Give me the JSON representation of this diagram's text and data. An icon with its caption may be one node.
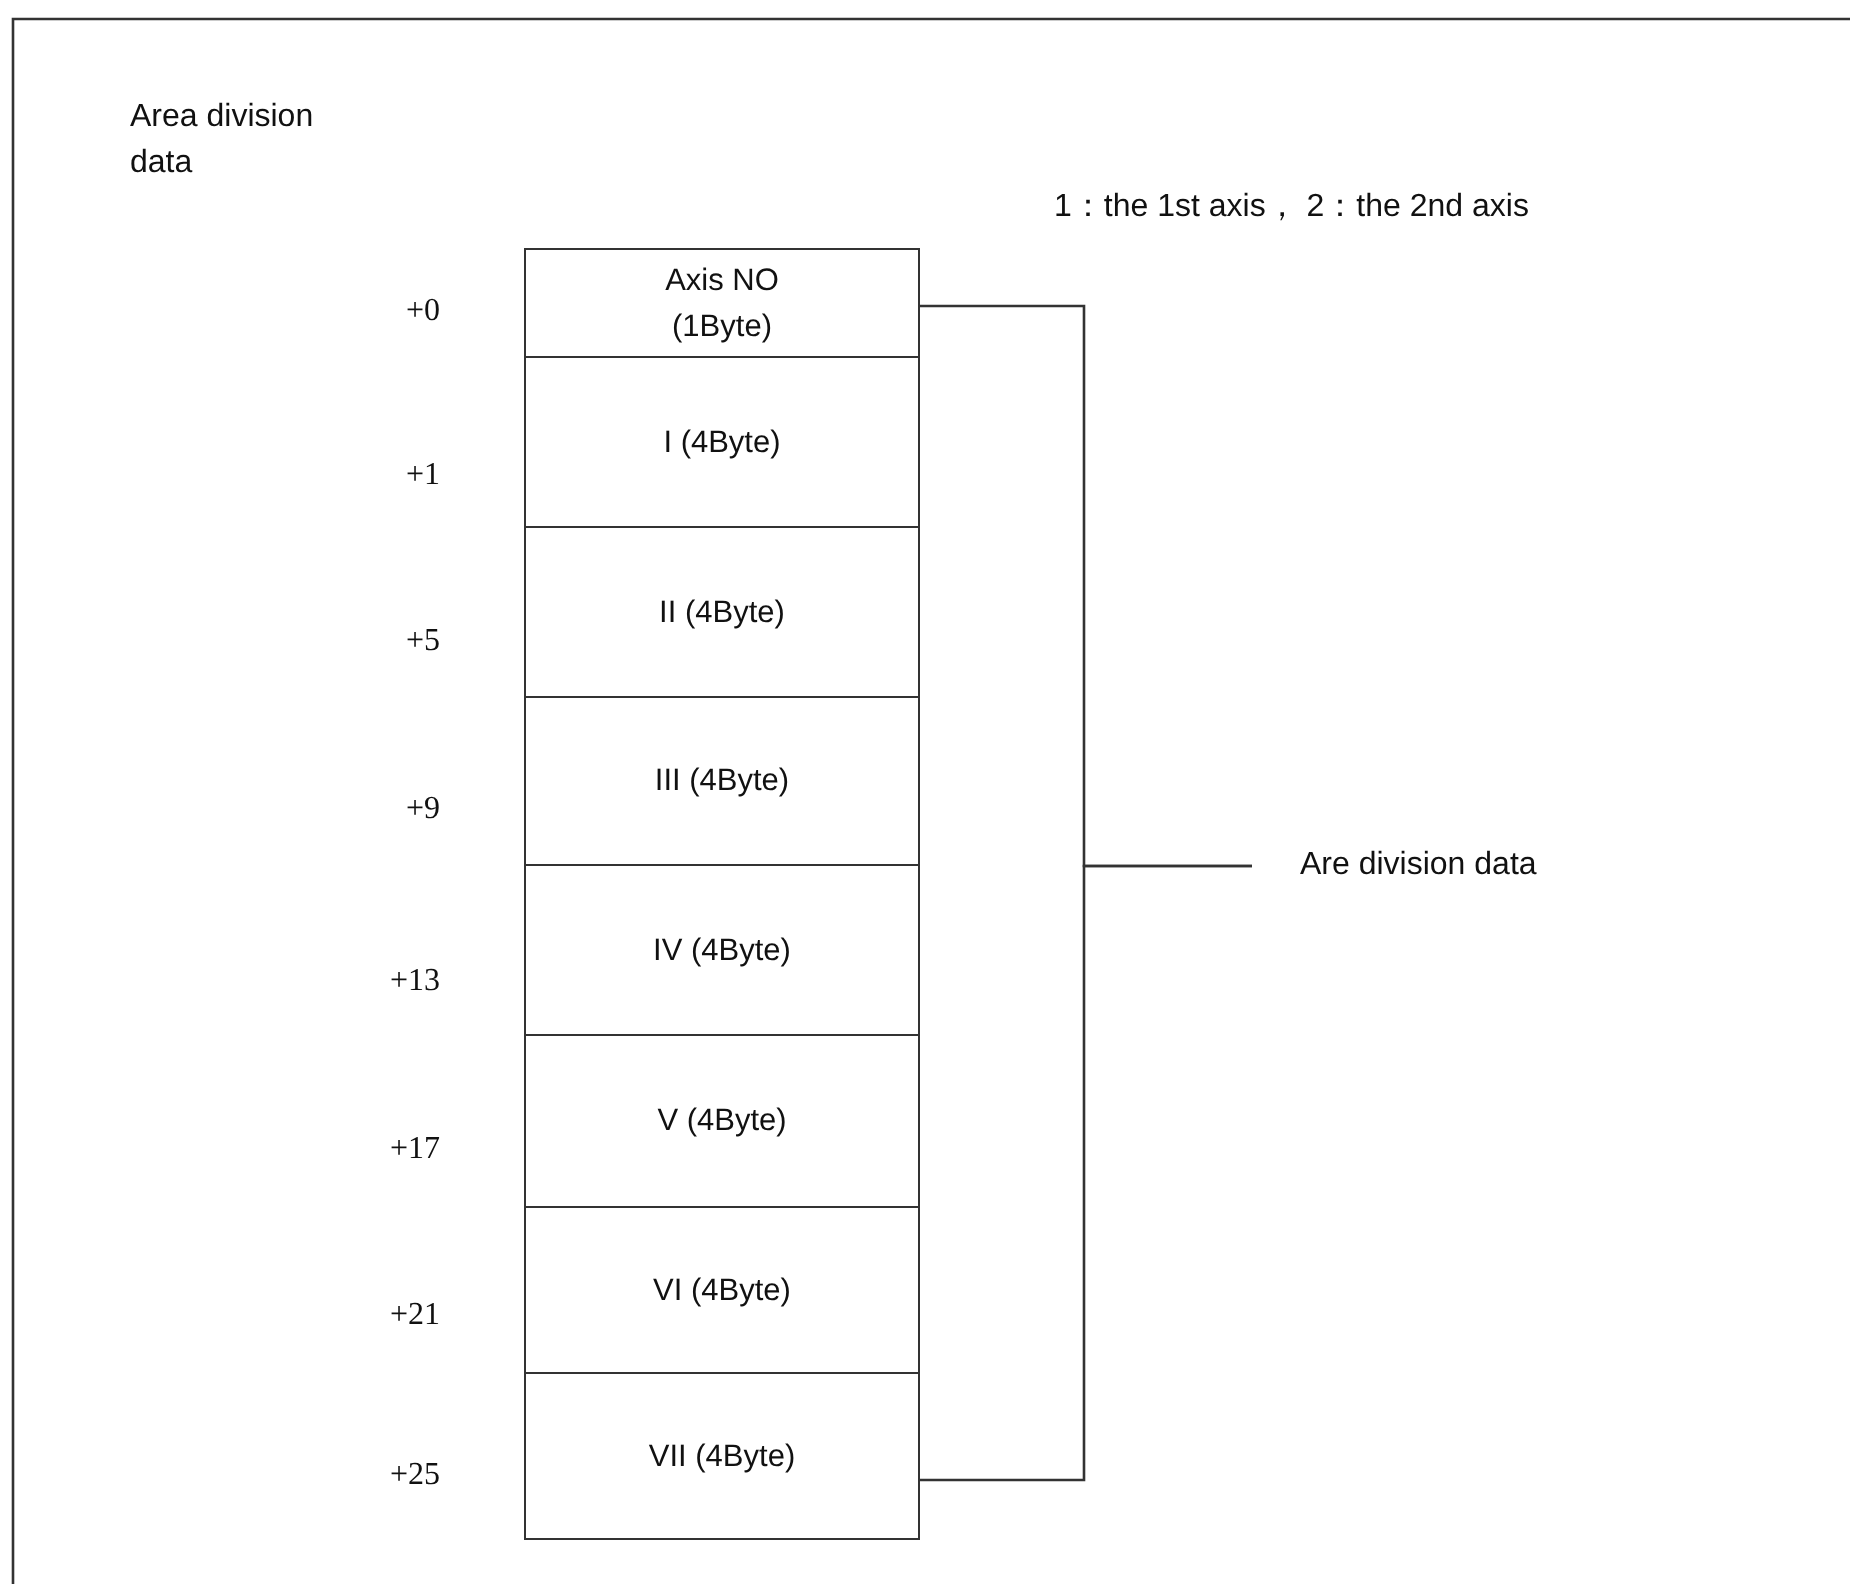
{
  "diagram": {
    "title": "Area division data",
    "nodes": [
      {
        "text": [
          "Axis NO (1Byte)"
        ]
      },
      {
        "text": [
          "I (4Byte)"
        ]
      },
      {
        "text": [
          "II (4Byte)"
        ]
      },
      {
        "text": [
          "III (4Byte)"
        ]
      },
      {
        "text": [
          "IV (4Byte)"
        ]
      },
      {
        "text": [
          "V (4Byte)"
        ]
      },
      {
        "text": [
          "VI (4Byte)"
        ]
      },
      {
        "text": [
          "VII (4Byte)"
        ]
      },
      {
        "text": [
          "Are division data"
        ]
      }
    ],
    "edges": [
      {
        "from": 0,
        "to": 8,
        "arrow": "none"
      },
      {
        "from": 7,
        "to": 8,
        "arrow": "none"
      }
    ],
    "labels": [
      "1：the 1st axis， 2：the 2nd axis",
      "+0",
      "+1",
      "+5",
      "+9",
      "+13",
      "+17",
      "+21",
      "+25"
    ]
  }
}
